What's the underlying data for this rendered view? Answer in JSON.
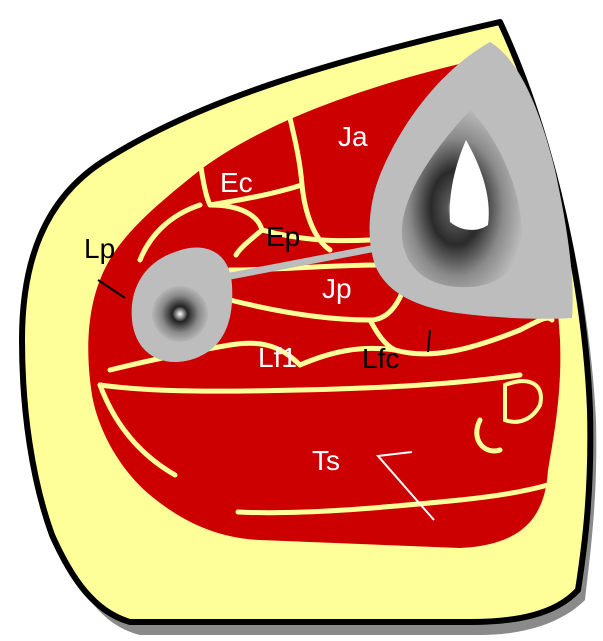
{
  "labels": {
    "ja": "Ja",
    "ec": "Ec",
    "ep": "Ep",
    "lp": "Lp",
    "jp": "Jp",
    "lf1": "Lf1",
    "lfc": "Lfc",
    "ts": "Ts"
  },
  "colors": {
    "skin": "#ffff99",
    "outline": "#000000",
    "muscle": "#cc0000",
    "fascia": "#ffff99",
    "bone": "#bdbdbd",
    "marrow": "#1a1a1a",
    "shadow": "#7a7a7a",
    "label_light": "#ffffff",
    "label_dark": "#000000"
  }
}
